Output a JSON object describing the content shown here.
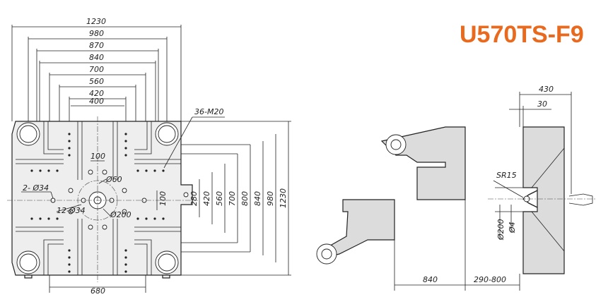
{
  "model": "U570TS-F9",
  "front_view": {
    "horizontal_dims": [
      "1230",
      "980",
      "870",
      "840",
      "700",
      "560",
      "420",
      "400"
    ],
    "vertical_dims": [
      "280",
      "420",
      "560",
      "700",
      "800",
      "840",
      "980",
      "1230"
    ],
    "bottom_dim": "680",
    "labels": {
      "thread": "36-M20",
      "spacing": "100",
      "vspacing": "100",
      "dia60": "Ø60",
      "dia200": "Ø200",
      "holes34a": "2- Ø34",
      "holes34b": "12-Ø34"
    }
  },
  "side_view": {
    "dims_top": [
      "430",
      "30"
    ],
    "sr": "SR15",
    "dia200": "Ø200",
    "dia4": "Ø4",
    "bottom_dims": [
      "840",
      "290-800"
    ]
  }
}
